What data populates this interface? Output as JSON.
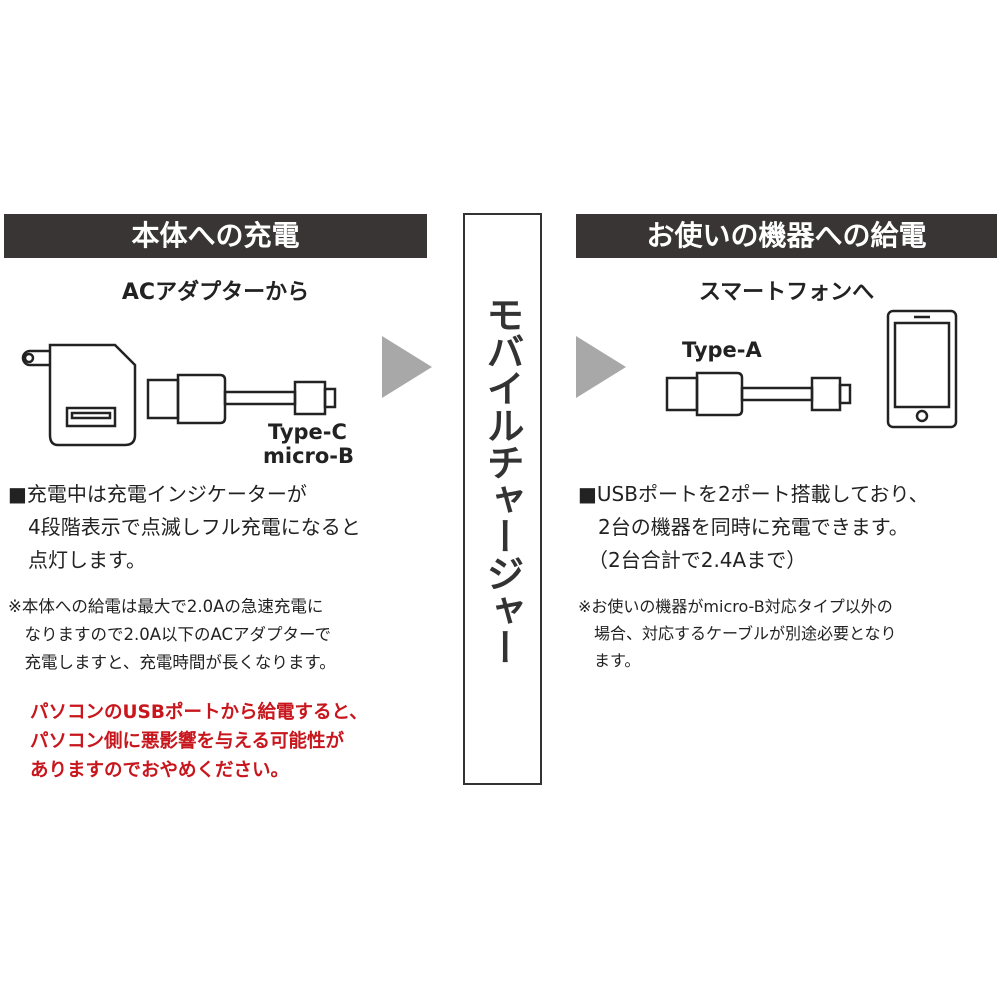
{
  "left": {
    "header": "本体への充電",
    "subtitle": "ACアダプターから",
    "label_line1": "Type-C",
    "label_line2": "micro-B",
    "para": [
      "■充電中は充電インジケーターが",
      "　4段階表示で点滅しフル充電になると",
      "　点灯します。"
    ],
    "note": [
      "※本体への給電は最大で2.0Aの急速充電に",
      "　なりますので2.0A以下のACアダプターで",
      "　充電しますと、充電時間が長くなります。"
    ],
    "warning": [
      "パソコンのUSBポートから給電すると、",
      "パソコン側に悪影響を与える可能性が",
      "ありますのでおやめください。"
    ]
  },
  "center": {
    "title": "モバイルチャージャー"
  },
  "right": {
    "header": "お使いの機器への給電",
    "subtitle": "スマートフォンへ",
    "label": "Type-A",
    "para": [
      "■USBポートを2ポート搭載しており、",
      "　2台の機器を同時に充電できます。",
      "　（2台合計で2.4Aまで）"
    ],
    "note": [
      "※お使いの機器がmicro-B対応タイプ以外の",
      "　場合、対応するケーブルが別途必要となり",
      "　ます。"
    ]
  },
  "colors": {
    "header_bg": "#3a3535",
    "warning": "#c8161d",
    "arrow": "#a8a8a8"
  }
}
